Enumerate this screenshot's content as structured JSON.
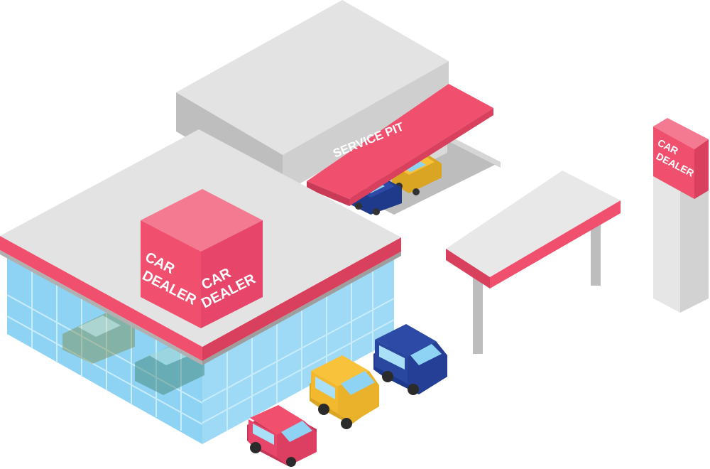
{
  "signs": {
    "service_pit": "SERVICE PIT",
    "cube_left_line1": "CAR",
    "cube_left_line2": "DEALER",
    "cube_right_line1": "CAR",
    "cube_right_line2": "DEALER",
    "pylon_line1": "CAR",
    "pylon_line2": "DEALER"
  },
  "colors": {
    "brand_pink": "#f0506e",
    "roof_top": "#e3e3e3",
    "wall_grey": "#c4c4c4",
    "glass": "#8fd3f4",
    "car_red": "#e8456a",
    "car_yellow": "#f8c23a",
    "car_blue": "#2d4aa6"
  },
  "icons": [
    "showroom-building",
    "service-garage",
    "canopy",
    "pylon-sign",
    "car-red",
    "car-yellow",
    "car-blue"
  ]
}
